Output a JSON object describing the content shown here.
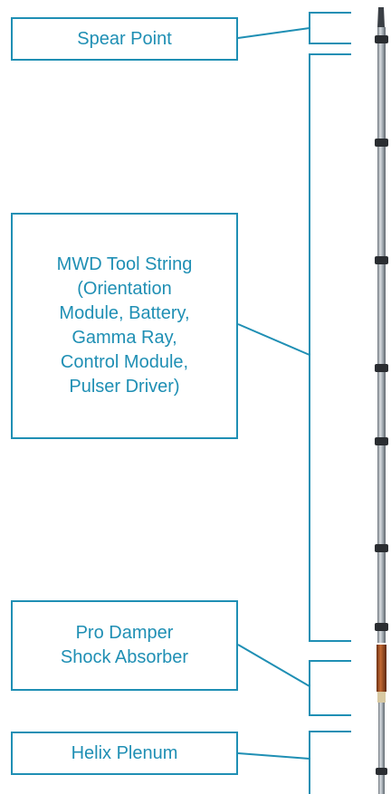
{
  "labels": {
    "spear_point": "Spear Point",
    "mwd_tool_string": "MWD Tool String\n(Orientation\nModule, Battery,\nGamma Ray,\nControl Module,\nPulser Driver)",
    "pro_damper": "Pro Damper\nShock Absorber",
    "helix_plenum": "Helix Plenum"
  },
  "colors": {
    "accent": "#1f8fb4",
    "tool_body": "#9aa3ad",
    "tool_joint": "#2a2d31",
    "damper_copper": "#a0522d"
  }
}
